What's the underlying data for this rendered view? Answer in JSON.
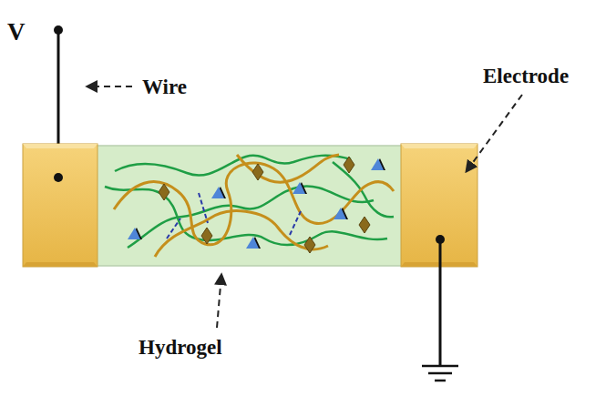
{
  "diagram": {
    "labels": [
      "V",
      "Wire",
      "Electrode",
      "Hydrogel"
    ]
  }
}
